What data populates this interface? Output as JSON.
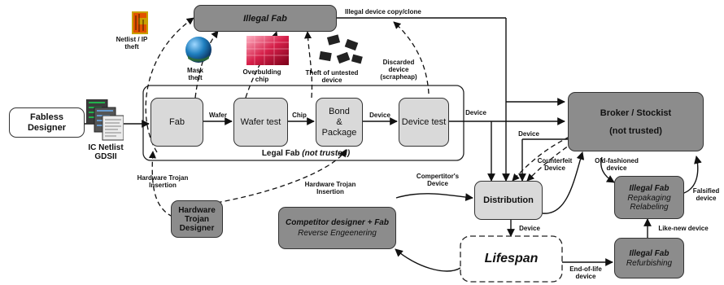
{
  "nodes": {
    "fabless": "Fabless\nDesigner",
    "illegal_fab_top": "Illegal Fab",
    "fab": "Fab",
    "wafer_test": "Wafer test",
    "bond_package": "Bond\n&\nPackage",
    "device_test": "Device test",
    "legal_fab_caption": "Legal Fab",
    "legal_fab_note": "(not trusted)",
    "broker": "Broker / Stockist",
    "broker_note": "(not trusted)",
    "distribution": "Distribution",
    "ht_designer": "Hardware\nTrojan\nDesigner",
    "competitor_title": "Competitor designer + Fab",
    "competitor_sub": "Reverse Engeenering",
    "lifespan": "Lifespan",
    "repack_title": "Illegal Fab",
    "repack_sub": "Repakaging\nRelabeling",
    "refurb_title": "Illegal Fab",
    "refurb_sub": "Refurbishing"
  },
  "labels": {
    "ic_netlist": "IC Netlist\nGDSII",
    "netlist_theft": "Netlist / IP\ntheft",
    "mask_theft": "Mask\ntheft",
    "overbuilding": "Overbulding\nchip",
    "untested_theft": "Theft of untested\ndevice",
    "discarded": "Discarded\ndevice\n(scrapheap)",
    "illegal_copy": "Illegal device copy/clone",
    "wafer": "Wafer",
    "chip": "Chip",
    "device_after_bond": "Device",
    "device_after_test": "Device",
    "device_to_distribution": "Device",
    "counterfeit": "Counterfeit\nDevice",
    "old_fashioned": "Old-fashioned\ndevice",
    "falsified": "Falsified\ndevice",
    "like_new": "Like-new device",
    "competitor_device": "Compertitor's\nDevice",
    "distribution_device": "Device",
    "end_of_life": "End-of-life\ndevice",
    "ht_insertion_left": "Hardware Trojan\nInsertion",
    "ht_insertion_right": "Hardware Trojan\nInsertion"
  }
}
